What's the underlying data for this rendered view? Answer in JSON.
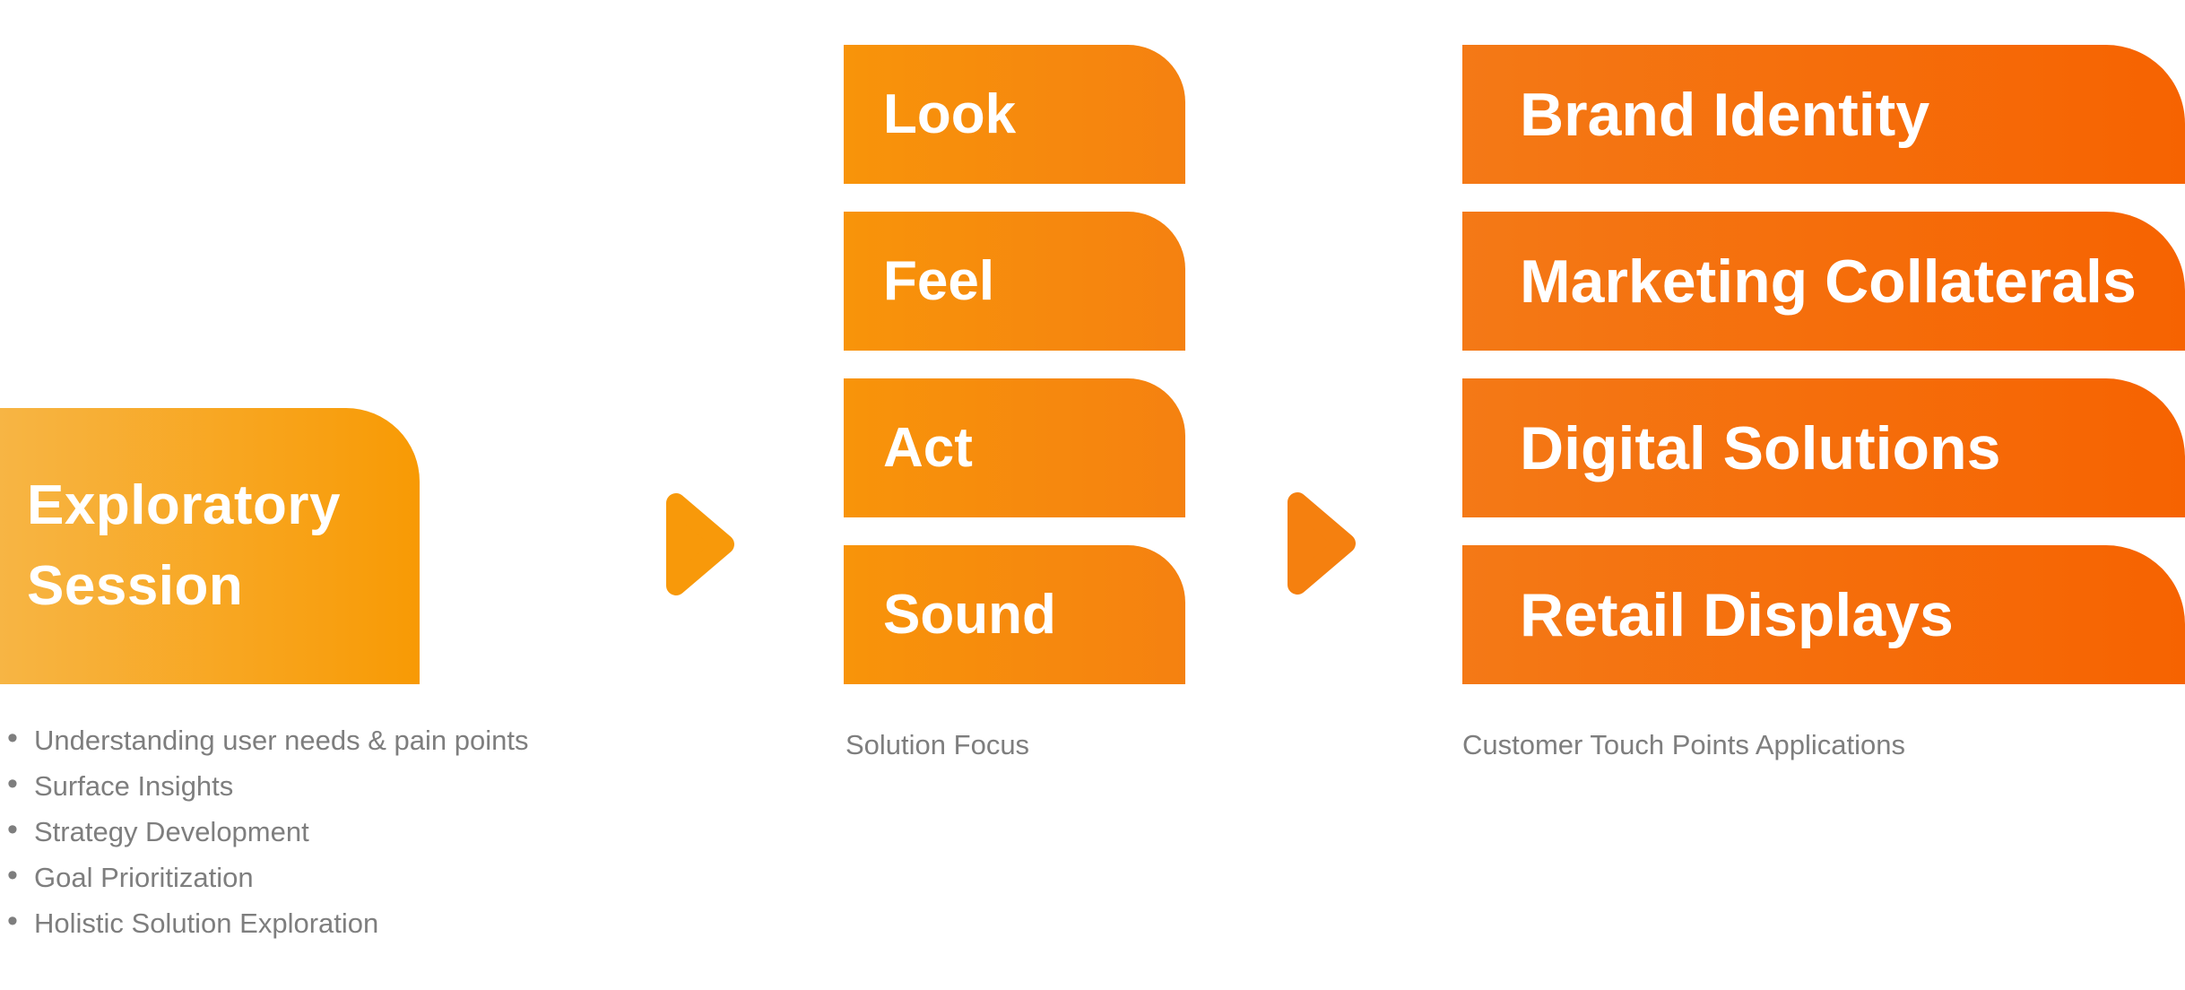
{
  "palette": {
    "left_box_from": "#F7B544",
    "left_box_to": "#F89A04",
    "mid_box_from": "#F8940A",
    "mid_box_to": "#F58110",
    "right_box_from": "#F47916",
    "right_box_to": "#F66301",
    "arrow_left_color": "#F8990A",
    "arrow_right_color": "#F5800F",
    "muted_text_color": "#7E7E7E",
    "box_text_color": "#FFFFFF",
    "background_color": "#FFFFFF"
  },
  "exploratory": {
    "title_line1": "Exploratory",
    "title_line2": "Session",
    "bullet_glyph": "•",
    "bullets": [
      "Understanding user needs & pain points",
      "Surface Insights",
      "Strategy Development",
      "Goal Prioritization",
      "Holistic Solution Exploration"
    ]
  },
  "solution_focus": {
    "items": [
      "Look",
      "Feel",
      "Act",
      "Sound"
    ],
    "caption": "Solution Focus"
  },
  "touch_points": {
    "items": [
      "Brand Identity",
      "Marketing Collaterals",
      "Digital Solutions",
      "Retail Displays"
    ],
    "caption": "Customer Touch Points Applications"
  }
}
